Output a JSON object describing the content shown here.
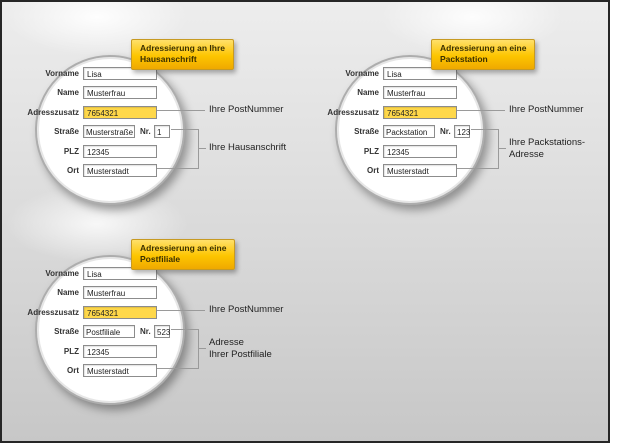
{
  "colors": {
    "badge_yellow": "#fdc500",
    "highlight_yellow": "#ffd84a",
    "background_gray": "#d9d9d9",
    "line_gray": "#9a9a9a",
    "border_dark": "#262626"
  },
  "panels": [
    {
      "badge": {
        "line1": "Adressierung an Ihre",
        "line2": "Hausanschrift"
      },
      "form": {
        "labels": {
          "vorname": "Vorname",
          "name": "Name",
          "adresszusatz": "Adresszusatz",
          "strasse": "Straße",
          "nr": "Nr.",
          "plz": "PLZ",
          "ort": "Ort"
        },
        "values": {
          "vorname": "Lisa",
          "name": "Musterfrau",
          "adresszusatz": "7654321",
          "strasse": "Musterstraße",
          "nr": "1",
          "plz": "12345",
          "ort": "Musterstadt"
        }
      },
      "annotations": {
        "postnummer": "Ihre PostNummer",
        "address_line1": "Ihre Hausanschrift",
        "address_line2": ""
      }
    },
    {
      "badge": {
        "line1": "Adressierung an eine",
        "line2": "Packstation"
      },
      "form": {
        "labels": {
          "vorname": "Vorname",
          "name": "Name",
          "adresszusatz": "Adresszusatz",
          "strasse": "Straße",
          "nr": "Nr.",
          "plz": "PLZ",
          "ort": "Ort"
        },
        "values": {
          "vorname": "Lisa",
          "name": "Musterfrau",
          "adresszusatz": "7654321",
          "strasse": "Packstation",
          "nr": "123",
          "plz": "12345",
          "ort": "Musterstadt"
        }
      },
      "annotations": {
        "postnummer": "Ihre PostNummer",
        "address_line1": "Ihre Packstations-",
        "address_line2": "Adresse"
      }
    },
    {
      "badge": {
        "line1": "Adressierung an eine",
        "line2": "Postfiliale"
      },
      "form": {
        "labels": {
          "vorname": "Vorname",
          "name": "Name",
          "adresszusatz": "Adresszusatz",
          "strasse": "Straße",
          "nr": "Nr.",
          "plz": "PLZ",
          "ort": "Ort"
        },
        "values": {
          "vorname": "Lisa",
          "name": "Musterfrau",
          "adresszusatz": "7654321",
          "strasse": "Postfiliale",
          "nr": "523",
          "plz": "12345",
          "ort": "Musterstadt"
        }
      },
      "annotations": {
        "postnummer": "Ihre PostNummer",
        "address_line1": "Adresse",
        "address_line2": "Ihrer Postfiliale"
      }
    }
  ]
}
